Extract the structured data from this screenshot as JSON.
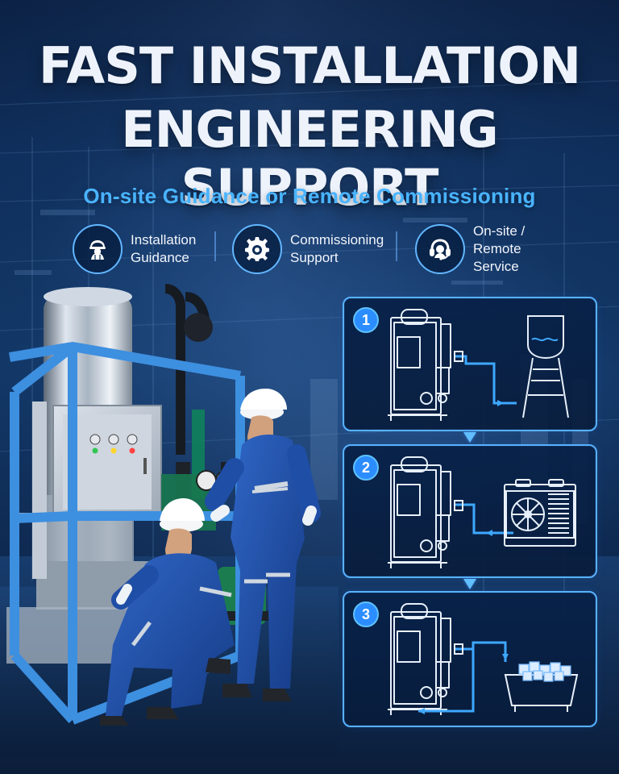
{
  "header": {
    "title_line_1": "FAST INSTALLATION",
    "title_line_2": "ENGINEERING SUPPORT",
    "subtitle": "On-site Guidance or Remote Commissioning"
  },
  "services": [
    {
      "icon": "worker-helmet-icon",
      "label_line_1": "Installation",
      "label_line_2": "Guidance"
    },
    {
      "icon": "gear-icon",
      "label_line_1": "Commissioning",
      "label_line_2": "Support"
    },
    {
      "icon": "headset-icon",
      "label_line_1": "On-site /",
      "label_line_2": "Remote Service"
    }
  ],
  "steps": [
    {
      "number": "1"
    },
    {
      "number": "2"
    },
    {
      "number": "3"
    }
  ],
  "colors": {
    "accent_blue": "#2b8dff",
    "line_blue": "#58b1ff",
    "text_white": "#eef3fb",
    "subtitle_blue": "#49b4ff"
  }
}
